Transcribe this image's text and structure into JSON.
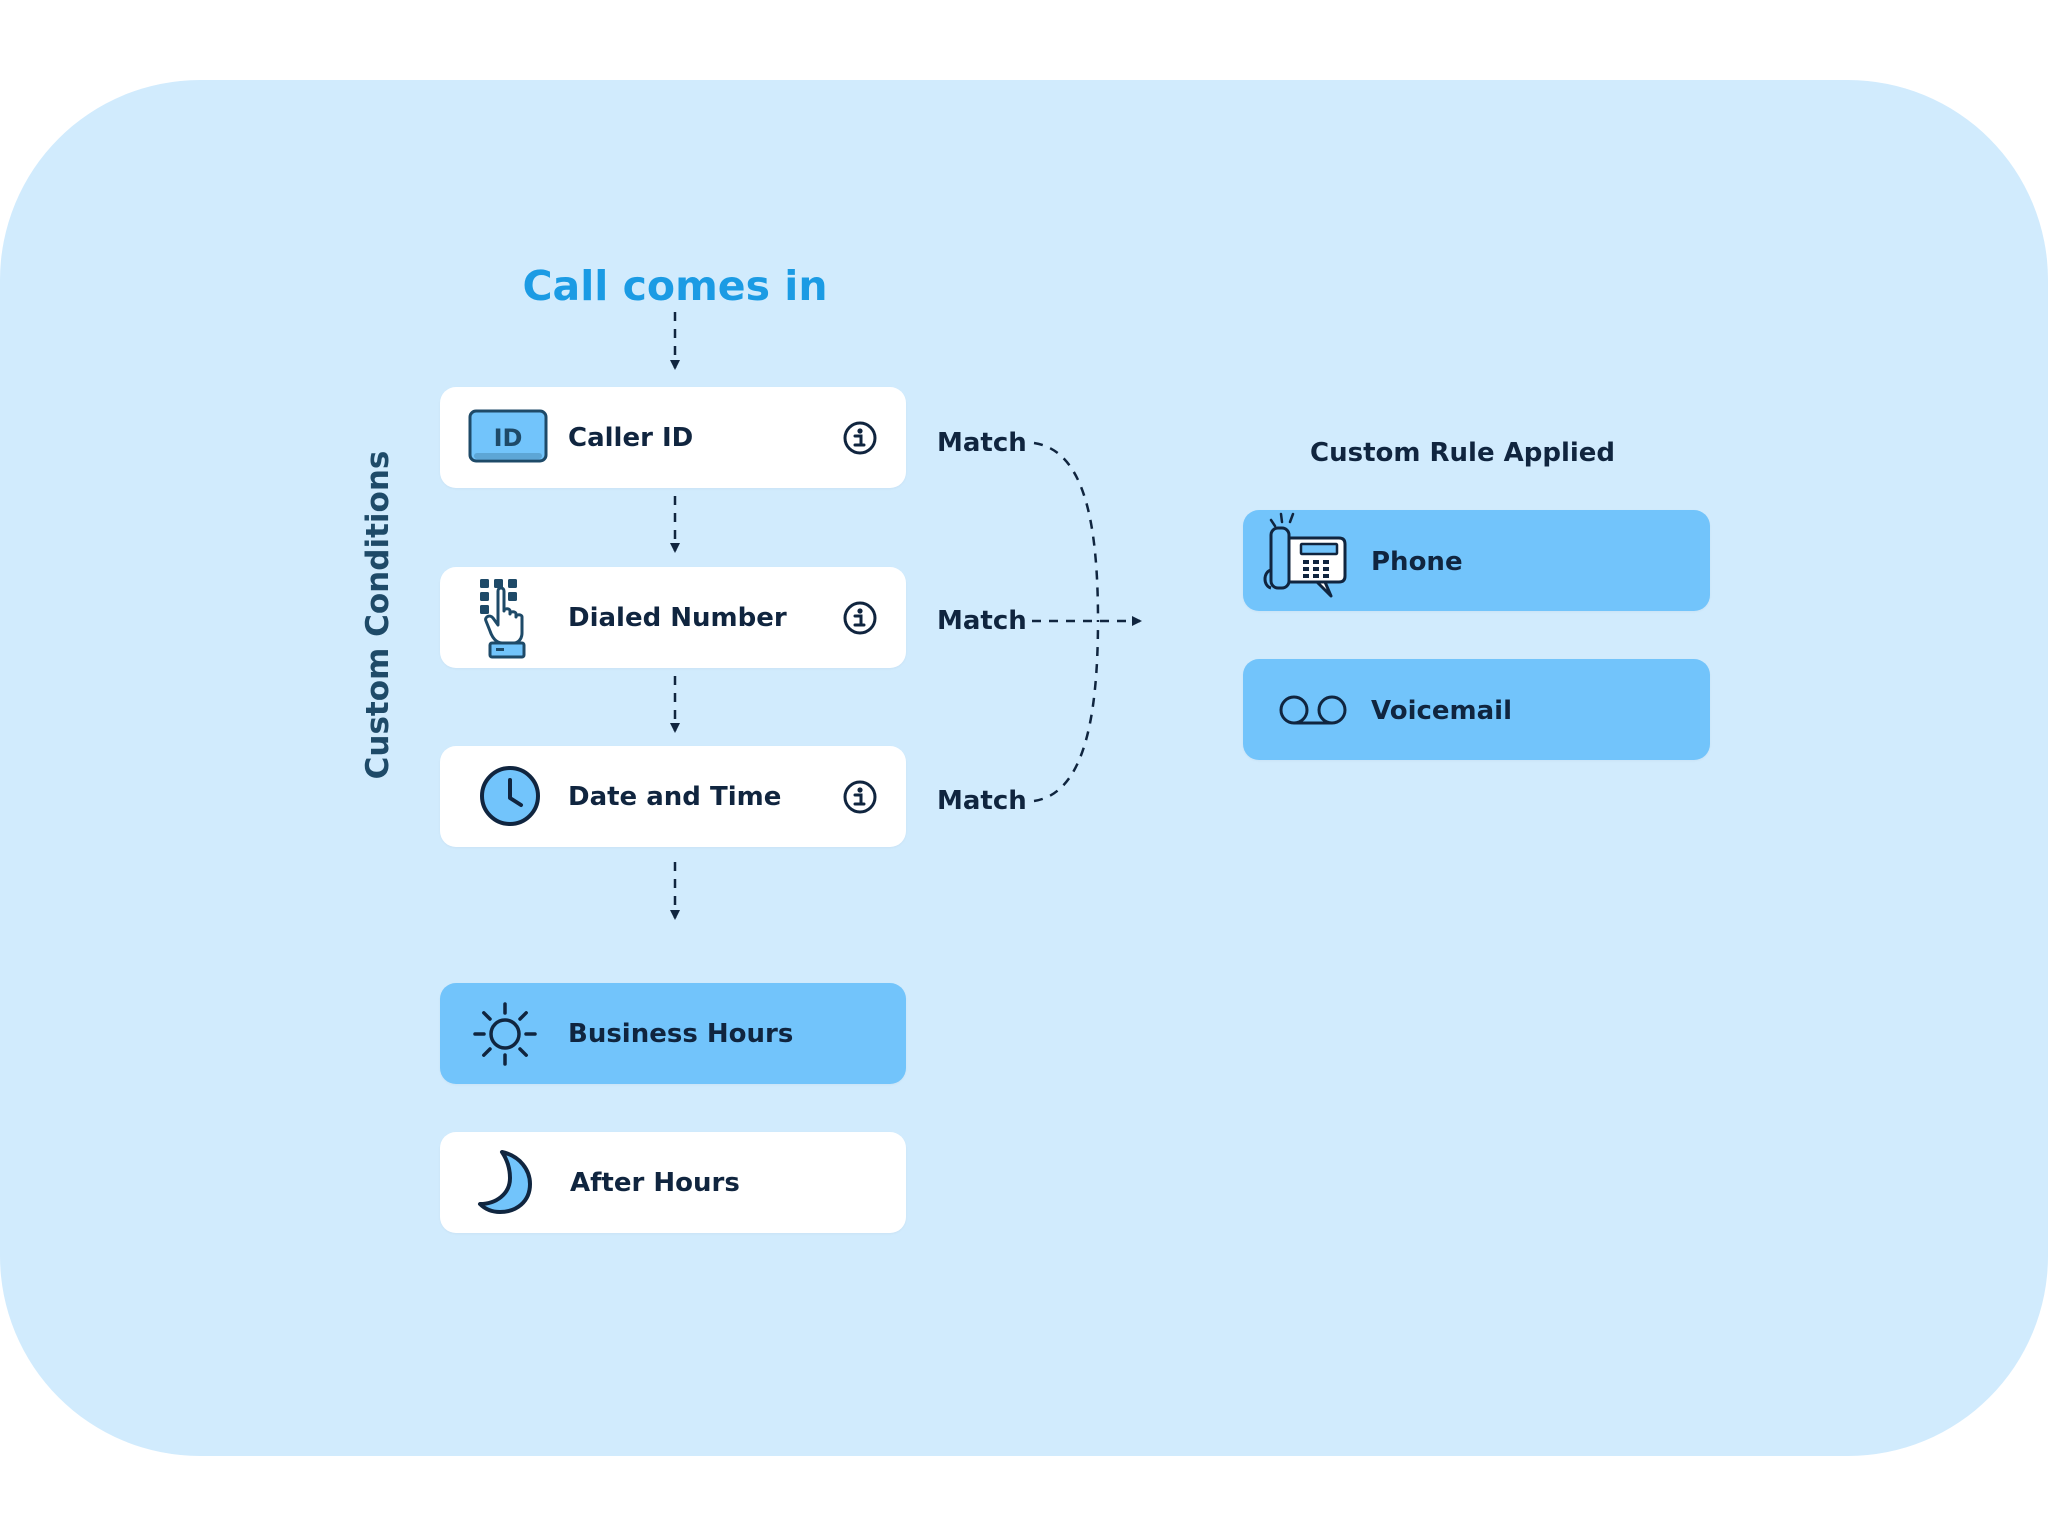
{
  "diagram": {
    "title": "Call comes in",
    "side_label": "Custom Conditions",
    "conditions": [
      {
        "label": "Caller ID",
        "icon": "id-card-icon",
        "match_label": "Match"
      },
      {
        "label": "Dialed Number",
        "icon": "keypad-hand-icon",
        "match_label": "Match"
      },
      {
        "label": "Date and Time",
        "icon": "clock-icon",
        "match_label": "Match"
      }
    ],
    "id_badge_text": "ID",
    "outcomes": [
      {
        "label": "Business Hours",
        "icon": "sun-icon",
        "color": "#72c4fb"
      },
      {
        "label": "After Hours",
        "icon": "moon-icon",
        "color": "#ffffff"
      }
    ],
    "rule_heading": "Custom Rule Applied",
    "rules": [
      {
        "label": "Phone",
        "icon": "desk-phone-icon"
      },
      {
        "label": "Voicemail",
        "icon": "voicemail-icon"
      }
    ],
    "colors": {
      "background": "#d1ebfd",
      "accent": "#1b9be4",
      "card": "#ffffff",
      "highlight_card": "#72c4fb",
      "ink": "#10253f",
      "side_label": "#1e4a68"
    }
  }
}
